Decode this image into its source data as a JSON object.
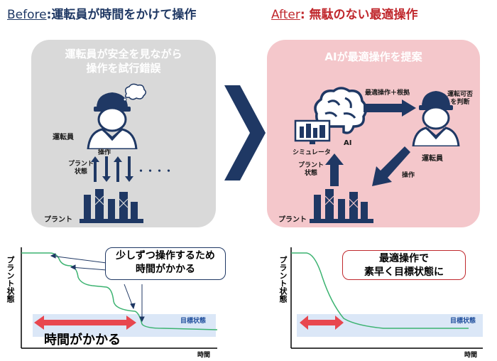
{
  "before": {
    "header_prefix": "Before",
    "header_text": ":運転員が時間をかけて操作",
    "panel_title_line1": "運転員が安全を見ながら",
    "panel_title_line2": "操作を試行錯誤",
    "operator_label": "運転員",
    "operation_label": "操作",
    "plant_state_label_line1": "プラント",
    "plant_state_label_line2": "状態",
    "plant_label": "プラント",
    "ellipsis": "・・・・",
    "callout_line1": "少しずつ操作するため",
    "callout_line2": "時間がかかる",
    "time_bar_text": "時間がかかる",
    "target_label": "目標状態",
    "y_axis_label": "プラント状態",
    "x_axis_label": "時間"
  },
  "after": {
    "header_prefix": "After",
    "header_text": ": 無駄のない最適操作",
    "panel_title": "AIが最適操作を提案",
    "proposal_label": "最適操作＋根拠",
    "judge_label_line1": "運転可否",
    "judge_label_line2": "を判断",
    "ai_label": "AI",
    "simulator_label": "シミュレータ",
    "operator_label": "運転員",
    "operation_label": "操作",
    "plant_state_label_line1": "プラント",
    "plant_state_label_line2": "状態",
    "plant_label": "プラント",
    "callout_line1": "最適操作で",
    "callout_line2": "素早く目標状態に",
    "target_label": "目標状態",
    "y_axis_label": "プラント状態",
    "x_axis_label": "時間"
  },
  "colors": {
    "navy": "#1f3864",
    "red_accent": "#c0282d",
    "before_panel": "#d9d9d9",
    "after_panel": "#f4c7cb",
    "panel_title_bar_before": "#a6a6a6",
    "panel_title_bar_after": "#e0676e",
    "target_band": "#dbe7f7",
    "curve_green": "#3cb371"
  },
  "icons": [
    "operator-icon",
    "thought-bubble-icon",
    "plant-icon",
    "brain-icon",
    "simulator-monitor-icon",
    "transition-arrow-icon"
  ]
}
